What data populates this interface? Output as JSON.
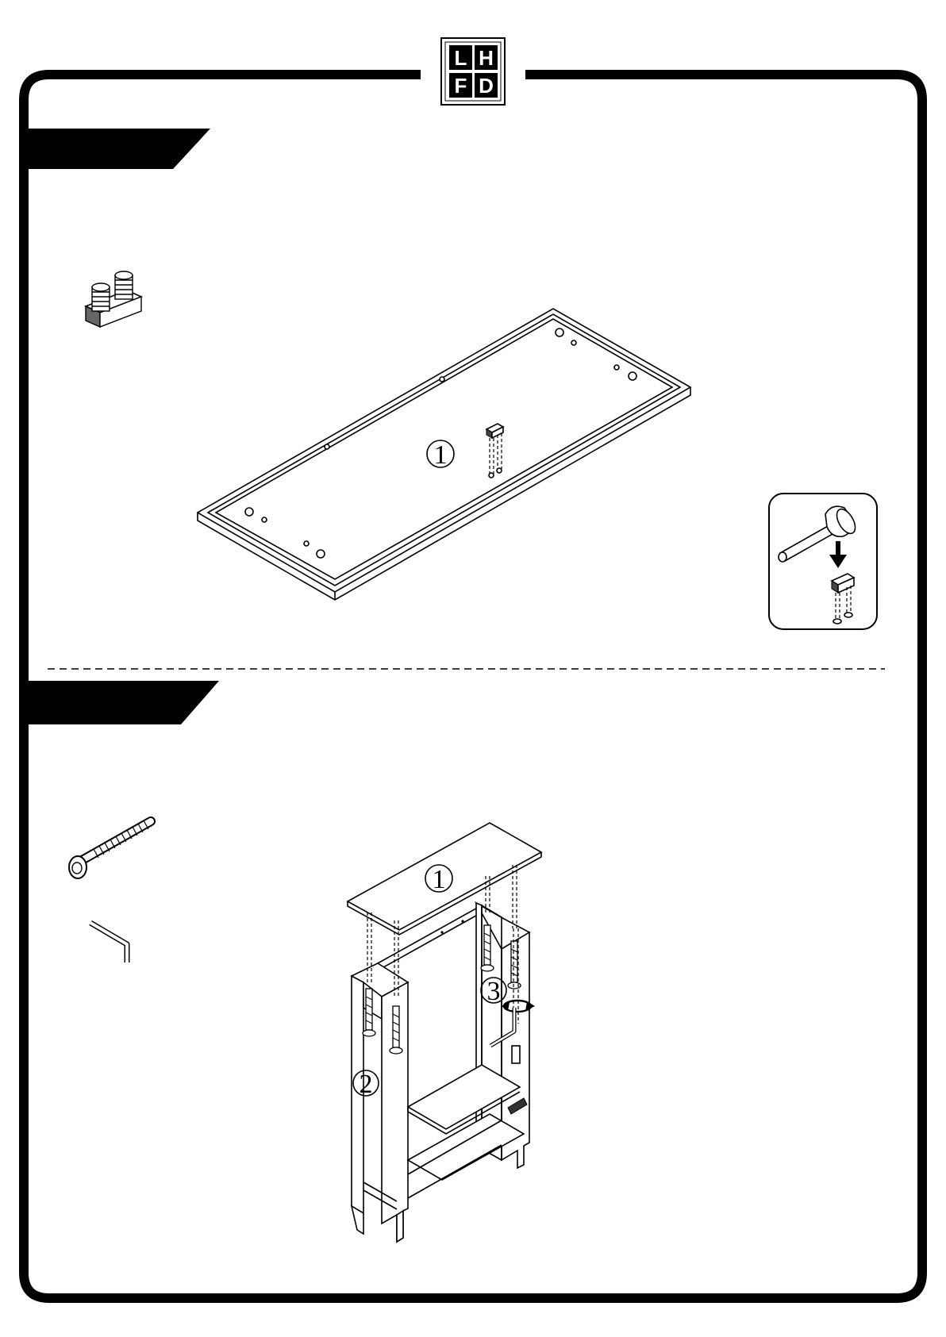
{
  "logo": {
    "letters": [
      "L",
      "H",
      "F",
      "D"
    ]
  },
  "step1": {
    "panel_label": "1",
    "detail_panel": {
      "tool": "rubber-mallet",
      "part": "connector"
    }
  },
  "step2": {
    "top_label": "1",
    "side_label": "2",
    "bolt_label": "3"
  },
  "colors": {
    "ink": "#000000",
    "paper": "#ffffff"
  }
}
